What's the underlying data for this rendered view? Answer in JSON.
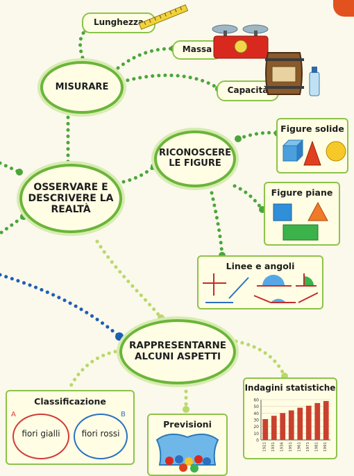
{
  "nodes": {
    "center": "OSSERVARE E DESCRIVERE LA REALTÀ",
    "misurare": "MISURARE",
    "lunghezza": "Lunghezza",
    "massa": "Massa",
    "capacita": "Capacità",
    "riconoscere": "RICONOSCERE LE FIGURE",
    "figure_solide": "Figure solide",
    "figure_piane": "Figure piane",
    "linee_angoli": "Linee e angoli",
    "rappresentarne": "RAPPRESENTARNE ALCUNI ASPETTI",
    "classificazione": "Classificazione",
    "previsioni": "Previsioni",
    "indagini": "Indagini statistiche"
  },
  "venn": {
    "set_a_letter": "A",
    "set_b_letter": "B",
    "set_a_label": "fiori gialli",
    "set_b_label": "fiori rossi"
  },
  "colors": {
    "connector": "#4aa63a",
    "connector_light": "#b9d86a",
    "connector_blue": "#1e5fb5",
    "node_border": "#6bb53a",
    "bar": "#c9412e"
  },
  "chart_data": {
    "type": "bar",
    "title": "Indagini statistiche",
    "categories": [
      "1921",
      "1931",
      "1936",
      "1951",
      "1961",
      "1971",
      "1981",
      "1991"
    ],
    "values": [
      31,
      36,
      40,
      44,
      48,
      51,
      55,
      58
    ],
    "y_ticks": [
      0,
      10,
      20,
      30,
      40,
      50,
      60
    ],
    "ylim": [
      0,
      60
    ]
  }
}
